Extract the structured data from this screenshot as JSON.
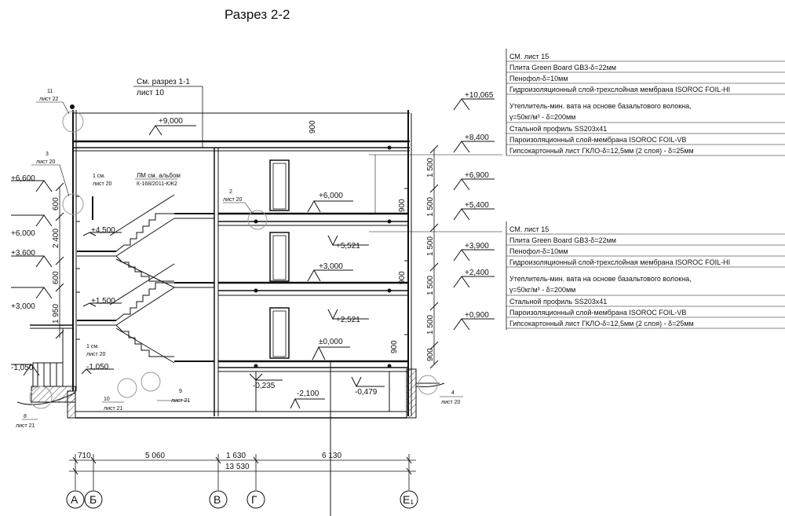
{
  "title": "Разрез 2-2",
  "ref_section": {
    "line1": "См. разрез 1-1",
    "line2": "лист 10"
  },
  "ref_album": {
    "line1": "ЛМ см. альбом",
    "line2": "К-168/2011-КЖ2"
  },
  "roof_legend": [
    "СМ. лист 15",
    "Плита Green Board GB3-δ=22мм",
    "Пенофол-δ=10мм",
    "Гидроизоляционный слой-трехслойная мембрана ISOROC FOIL-HI",
    "Утеплитель-мин. вата на основе базальтового волокна,",
    "γ=50кг/м³ - δ=200мм",
    "Стальной профиль  SS203x41",
    "Пароизоляционный слой-мембрана ISOROC FOIL-VB",
    "Гипсокартонный лист ГКЛО-δ=12,5мм (2 слоя) - δ=25мм"
  ],
  "floor_legend": [
    "СМ. лист 15",
    "Плита Green Board GB3-δ=22мм",
    "Пенофол-δ=10мм",
    "Гидроизоляционный слой-трехслойная мембрана ISOROC FOIL-HI",
    "Утеплитель-мин. вата на основе базальтового волокна,",
    "γ=50кг/м³ - δ=200мм",
    "Стальной профиль  SS203x41",
    "Пароизоляционный слой-мембрана ISOROC FOIL-VB",
    "Гипсокартонный лист ГКЛО-δ=12,5мм (2 слоя) - δ=25мм"
  ],
  "right_levels": [
    "+10,065",
    "+8,400",
    "+6,900",
    "+5,400",
    "+3,900",
    "+2,400",
    "+0,900"
  ],
  "right_dims": [
    "1 500",
    "1 500",
    "1 500",
    "1 500",
    "1 500",
    "900"
  ],
  "left_levels": [
    "+6,600",
    "+6,000",
    "+3,600",
    "+3,000",
    "-1,050"
  ],
  "left_dims": [
    "600",
    "2 400",
    "600",
    "1 950"
  ],
  "interior_levels": [
    "+9,000",
    "+6,000",
    "+5,521",
    "+3,000",
    "+2,521",
    "±0,000",
    "+4,500",
    "+1,500",
    "-1,050",
    "-0,235",
    "-2,100",
    "-0,479"
  ],
  "dims_900": [
    "900",
    "900",
    "900",
    "900"
  ],
  "callouts": [
    {
      "num": "11",
      "sheet": "лист 22"
    },
    {
      "num": "3",
      "sheet": "лист 20"
    },
    {
      "num": "1 см.",
      "sheet": "лист 20"
    },
    {
      "num": "2",
      "sheet": "лист 20"
    },
    {
      "num": "1 см.",
      "sheet": "лист 20"
    },
    {
      "num": "10",
      "sheet": "лист 21"
    },
    {
      "num": "9",
      "sheet": "лист 21"
    },
    {
      "num": "8",
      "sheet": "лист 21"
    },
    {
      "num": "4",
      "sheet": "лист 20"
    }
  ],
  "bottom_dims": [
    "710",
    "5 060",
    "1 630",
    "6 130"
  ],
  "total_dim": "13 530",
  "axes": [
    "А",
    "Б",
    "В",
    "Г",
    "Е₁"
  ]
}
